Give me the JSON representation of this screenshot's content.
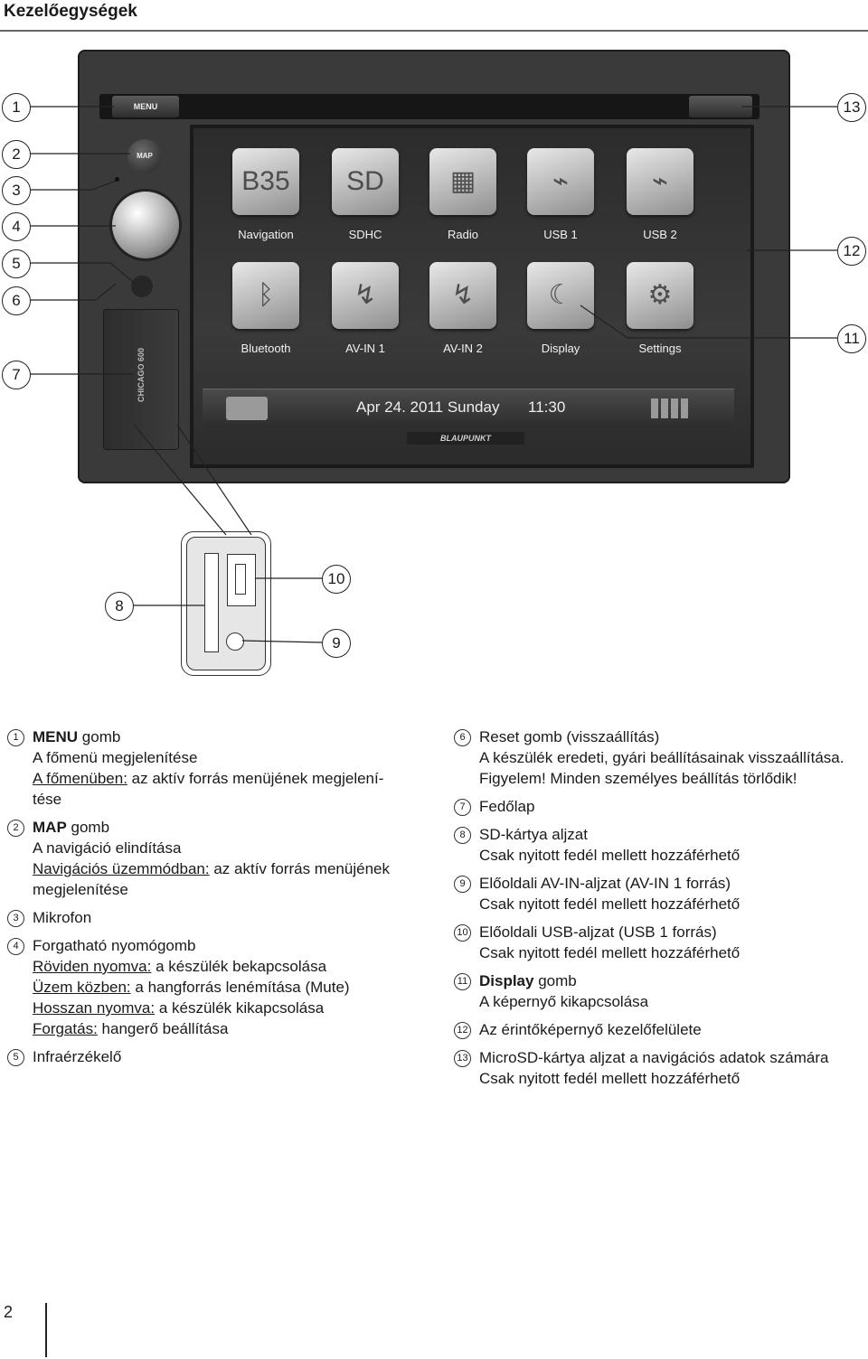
{
  "header": {
    "title": "Kezelőegységek"
  },
  "device": {
    "menu_label": "MENU",
    "map_label": "MAP",
    "cover_label": "CHICAGO 600",
    "brand": "BLAUPUNKT",
    "apps": [
      {
        "label": "Navigation",
        "icon": "navigation-icon",
        "glyph": "B35"
      },
      {
        "label": "SDHC",
        "icon": "sd-card-icon",
        "glyph": "SD"
      },
      {
        "label": "Radio",
        "icon": "radio-icon",
        "glyph": "▦"
      },
      {
        "label": "USB 1",
        "icon": "usb-icon",
        "glyph": "⌁"
      },
      {
        "label": "USB 2",
        "icon": "usb-icon",
        "glyph": "⌁"
      },
      {
        "label": "Bluetooth",
        "icon": "bluetooth-icon",
        "glyph": "ᛒ"
      },
      {
        "label": "AV-IN 1",
        "icon": "av-cable-icon",
        "glyph": "↯"
      },
      {
        "label": "AV-IN 2",
        "icon": "av-cable-icon",
        "glyph": "↯"
      },
      {
        "label": "Display",
        "icon": "moon-icon",
        "glyph": "☾"
      },
      {
        "label": "Settings",
        "icon": "gear-icon",
        "glyph": "⚙"
      }
    ],
    "status_date": "Apr 24. 2011 Sunday",
    "status_time": "11:30"
  },
  "callouts": [
    "1",
    "2",
    "3",
    "4",
    "5",
    "6",
    "7",
    "8",
    "9",
    "10",
    "11",
    "12",
    "13"
  ],
  "legend_left": [
    {
      "num": "1",
      "lines": [
        {
          "parts": [
            {
              "t": "MENU",
              "b": true
            },
            {
              "t": " gomb"
            }
          ]
        },
        {
          "parts": [
            {
              "t": "A főmenü megjelenítése"
            }
          ]
        },
        {
          "parts": [
            {
              "t": "A főmenüben:",
              "u": true
            },
            {
              "t": " az aktív forrás menüjének megjelení-"
            }
          ]
        },
        {
          "parts": [
            {
              "t": "tése"
            }
          ]
        }
      ]
    },
    {
      "num": "2",
      "lines": [
        {
          "parts": [
            {
              "t": "MAP",
              "b": true
            },
            {
              "t": " gomb"
            }
          ]
        },
        {
          "parts": [
            {
              "t": "A navigáció elindítása"
            }
          ]
        },
        {
          "parts": [
            {
              "t": "Navigációs üzemmódban:",
              "u": true
            },
            {
              "t": " az aktív forrás menüjének"
            }
          ]
        },
        {
          "parts": [
            {
              "t": "megjelenítése"
            }
          ]
        }
      ]
    },
    {
      "num": "3",
      "lines": [
        {
          "parts": [
            {
              "t": "Mikrofon"
            }
          ]
        }
      ]
    },
    {
      "num": "4",
      "lines": [
        {
          "parts": [
            {
              "t": "Forgatható nyomógomb"
            }
          ]
        },
        {
          "parts": [
            {
              "t": "Röviden nyomva:",
              "u": true
            },
            {
              "t": " a készülék bekapcsolása"
            }
          ]
        },
        {
          "parts": [
            {
              "t": "Üzem közben:",
              "u": true
            },
            {
              "t": " a hangforrás lenémítása (Mute)"
            }
          ]
        },
        {
          "parts": [
            {
              "t": "Hosszan nyomva:",
              "u": true
            },
            {
              "t": " a készülék kikapcsolása"
            }
          ]
        },
        {
          "parts": [
            {
              "t": "Forgatás:",
              "u": true
            },
            {
              "t": " hangerő beállítása"
            }
          ]
        }
      ]
    },
    {
      "num": "5",
      "lines": [
        {
          "parts": [
            {
              "t": "Infraérzékelő"
            }
          ]
        }
      ]
    }
  ],
  "legend_right": [
    {
      "num": "6",
      "lines": [
        {
          "parts": [
            {
              "t": "Reset gomb (visszaállítás)"
            }
          ]
        },
        {
          "parts": [
            {
              "t": "A készülék eredeti, gyári beállításainak visszaállítása."
            }
          ]
        },
        {
          "parts": [
            {
              "t": "Figyelem! Minden személyes beállítás törlődik!"
            }
          ]
        }
      ]
    },
    {
      "num": "7",
      "lines": [
        {
          "parts": [
            {
              "t": "Fedőlap"
            }
          ]
        }
      ]
    },
    {
      "num": "8",
      "lines": [
        {
          "parts": [
            {
              "t": "SD-kártya aljzat"
            }
          ]
        },
        {
          "parts": [
            {
              "t": "Csak nyitott fedél mellett hozzáférhető"
            }
          ]
        }
      ]
    },
    {
      "num": "9",
      "lines": [
        {
          "parts": [
            {
              "t": "Előoldali AV-IN-aljzat (AV-IN 1 forrás)"
            }
          ]
        },
        {
          "parts": [
            {
              "t": "Csak nyitott fedél mellett hozzáférhető"
            }
          ]
        }
      ]
    },
    {
      "num": "10",
      "lines": [
        {
          "parts": [
            {
              "t": "Előoldali USB-aljzat (USB 1 forrás)"
            }
          ]
        },
        {
          "parts": [
            {
              "t": "Csak nyitott fedél mellett hozzáférhető"
            }
          ]
        }
      ]
    },
    {
      "num": "11",
      "lines": [
        {
          "parts": [
            {
              "t": "Display",
              "b": true
            },
            {
              "t": " gomb"
            }
          ]
        },
        {
          "parts": [
            {
              "t": "A képernyő kikapcsolása"
            }
          ]
        }
      ]
    },
    {
      "num": "12",
      "lines": [
        {
          "parts": [
            {
              "t": "Az érintőképernyő kezelőfelülete"
            }
          ]
        }
      ]
    },
    {
      "num": "13",
      "lines": [
        {
          "parts": [
            {
              "t": "MicroSD-kártya aljzat a navigációs adatok számára"
            }
          ]
        },
        {
          "parts": [
            {
              "t": "Csak nyitott fedél mellett hozzáférhető"
            }
          ]
        }
      ]
    }
  ],
  "footer": {
    "page_number": "2"
  }
}
